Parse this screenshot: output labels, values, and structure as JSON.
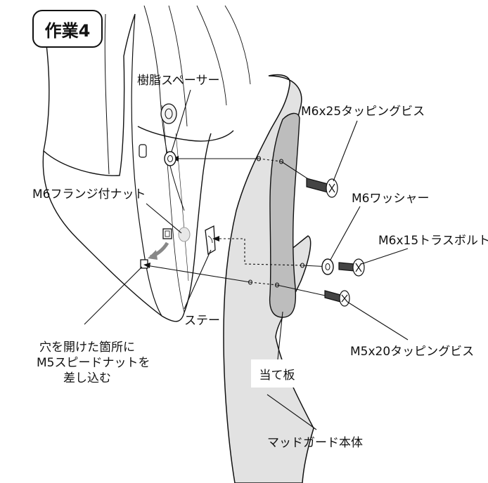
{
  "step_label": "作業4",
  "labels": {
    "resin_spacer": "樹脂スペーサー",
    "m6x25_tapping_screw": "M6x25タッピングビス",
    "m6_flange_nut": "M6フランジ付ナット",
    "m6_washer": "M6ワッシャー",
    "m6x15_truss_bolt": "M6x15トラスボルト",
    "stay": "ステー",
    "speed_nut_line1": "穴を開けた箇所に",
    "speed_nut_line2": "M5スピードナットを",
    "speed_nut_line3": "差し込む",
    "patch_plate": "当て板",
    "m5x20_tapping_screw": "M5x20タッピングビス",
    "mudguard_body": "マッドガード本体"
  },
  "colors": {
    "outline": "#111111",
    "mudguard_fill": "#e2e2e2",
    "plate_fill": "#bdbdbd",
    "background": "#ffffff"
  }
}
